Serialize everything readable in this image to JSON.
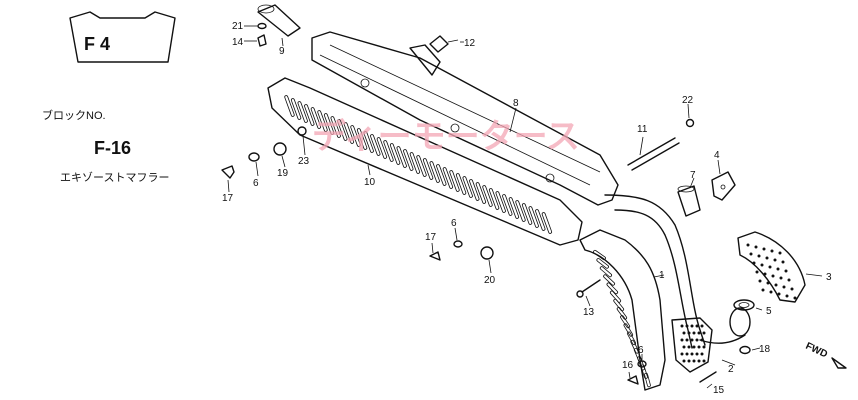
{
  "block_badge": {
    "text": "F  4"
  },
  "header": {
    "block_no_label": "ブロックNO.",
    "block_no": "F-16",
    "section_title": "エキゾーストマフラー"
  },
  "watermark": "ディーモータース",
  "fwd_label": "FWD",
  "part_labels": {
    "p1": "1",
    "p2": "2",
    "p3": "3",
    "p4": "4",
    "p5": "5",
    "p6a": "6",
    "p6b": "6",
    "p6c": "6",
    "p7": "7",
    "p8": "8",
    "p9": "9",
    "p10": "10",
    "p11": "11",
    "p12": "12",
    "p13": "13",
    "p14": "14",
    "p15": "15",
    "p16": "16",
    "p17a": "17",
    "p17b": "17",
    "p18": "18",
    "p19": "19",
    "p20": "20",
    "p21": "21",
    "p22": "22",
    "p23": "23"
  }
}
